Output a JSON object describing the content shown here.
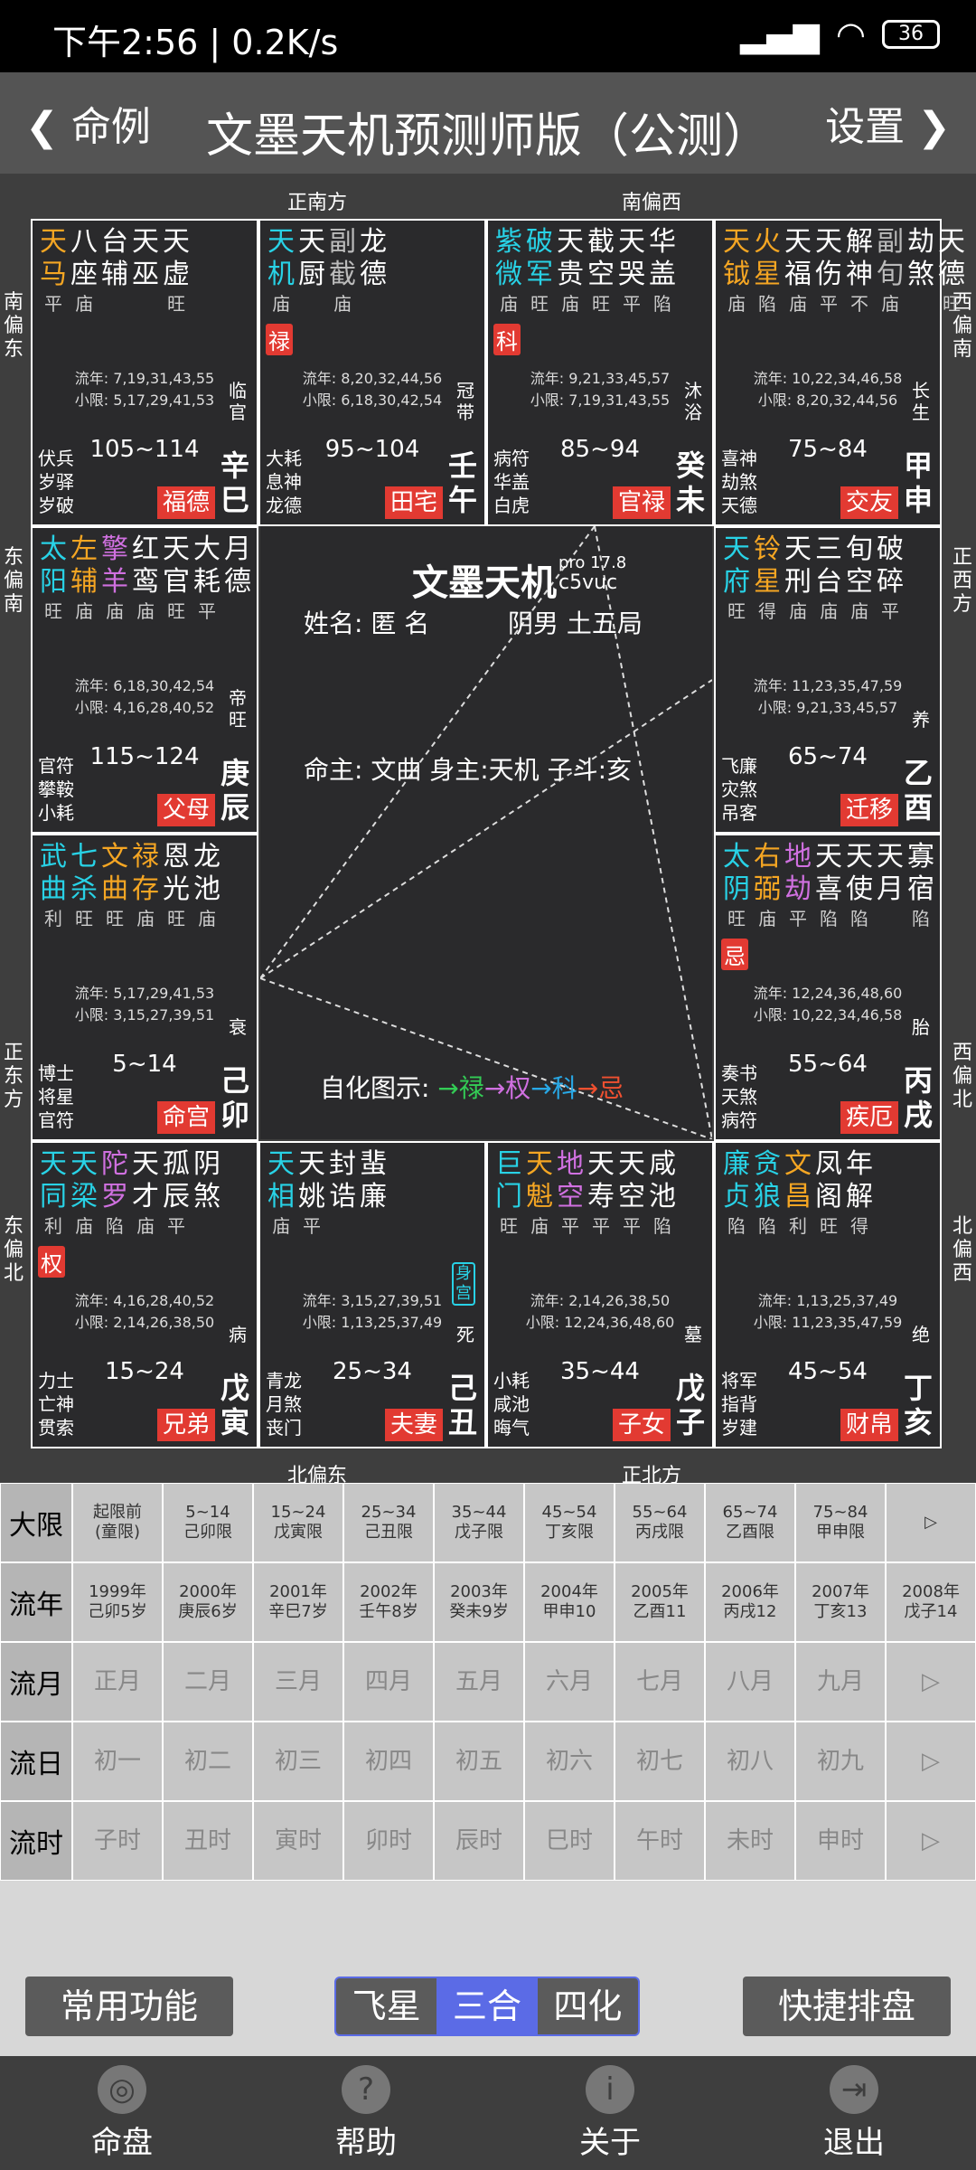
{
  "status": {
    "time_speed": "下午2:56 | 0.2K/s",
    "battery": "36"
  },
  "nav": {
    "back": "❮ 命例",
    "title": "文墨天机预测师版（公测）",
    "settings": "设置 ❯"
  },
  "dirs": {
    "top1": "正南方",
    "top2": "南偏西",
    "bottom1": "北偏东",
    "bottom2": "正北方",
    "l1": "南偏东",
    "l2": "东偏南",
    "l3": "正东方",
    "l4": "东偏北",
    "r1": "西偏南",
    "r2": "正西方",
    "r3": "西偏北",
    "r4": "北偏西"
  },
  "palaces": [
    {
      "stars": [
        [
          "天",
          "马",
          "平"
        ],
        [
          "八",
          "座",
          "庙"
        ],
        [
          "台",
          "辅",
          ""
        ],
        [
          "天",
          "巫",
          ""
        ],
        [
          "天",
          "虚",
          "旺"
        ]
      ],
      "colors": [
        "c-org",
        "",
        "",
        "",
        ""
      ],
      "years": "流年: 7,19,31,43,55",
      "limit": "小限: 5,17,29,41,53",
      "bl": [
        "伏兵",
        "岁驿",
        "岁破"
      ],
      "age": "105~114",
      "stage": "临官",
      "gz": "辛巳",
      "pname": "福德"
    },
    {
      "stars": [
        [
          "天",
          "机",
          "庙"
        ],
        [
          "天",
          "厨",
          ""
        ],
        [
          "副",
          "截",
          "庙"
        ],
        [
          "龙",
          "德",
          ""
        ]
      ],
      "colors": [
        "c-cyan",
        "",
        "c-gray",
        ""
      ],
      "hua": "禄",
      "years": "流年: 8,20,32,44,56",
      "limit": "小限: 6,18,30,42,54",
      "bl": [
        "大耗",
        "息神",
        "龙德"
      ],
      "age": "95~104",
      "stage": "冠带",
      "gz": "壬午",
      "pname": "田宅"
    },
    {
      "stars": [
        [
          "紫",
          "微",
          "庙"
        ],
        [
          "破",
          "军",
          "旺"
        ],
        [
          "天",
          "贵",
          "庙"
        ],
        [
          "截",
          "空",
          "旺"
        ],
        [
          "天",
          "哭",
          "平"
        ],
        [
          "华",
          "盖",
          "陷"
        ]
      ],
      "colors": [
        "c-cyan",
        "c-cyan",
        "",
        "",
        "",
        ""
      ],
      "hua": "科",
      "years": "流年: 9,21,33,45,57",
      "limit": "小限: 7,19,31,43,55",
      "bl": [
        "病符",
        "华盖",
        "白虎"
      ],
      "age": "85~94",
      "stage": "沐浴",
      "gz": "癸未",
      "pname": "官禄"
    },
    {
      "stars": [
        [
          "天",
          "钺",
          "庙"
        ],
        [
          "火",
          "星",
          "陷"
        ],
        [
          "天",
          "福",
          "庙"
        ],
        [
          "天",
          "伤",
          "平"
        ],
        [
          "解",
          "神",
          "不"
        ],
        [
          "副",
          "旬",
          "庙"
        ],
        [
          "劫",
          "煞",
          ""
        ],
        [
          "天",
          "德",
          "旺"
        ]
      ],
      "colors": [
        "c-org",
        "c-org",
        "",
        "",
        "",
        "c-gray",
        "",
        ""
      ],
      "years": "流年: 10,22,34,46,58",
      "limit": "小限: 8,20,32,44,56",
      "bl": [
        "喜神",
        "劫煞",
        "天德"
      ],
      "age": "75~84",
      "stage": "长生",
      "gz": "甲申",
      "pname": "交友"
    },
    {
      "stars": [
        [
          "太",
          "阳",
          "旺"
        ],
        [
          "左",
          "辅",
          "庙"
        ],
        [
          "擎",
          "羊",
          "庙"
        ],
        [
          "红",
          "鸾",
          "庙"
        ],
        [
          "天",
          "官",
          "旺"
        ],
        [
          "大",
          "耗",
          "平"
        ],
        [
          "月",
          "德",
          ""
        ]
      ],
      "colors": [
        "c-cyan",
        "c-org",
        "c-pur",
        "",
        "",
        "",
        ""
      ],
      "years": "流年: 6,18,30,42,54",
      "limit": "小限: 4,16,28,40,52",
      "bl": [
        "官符",
        "攀鞍",
        "小耗"
      ],
      "age": "115~124",
      "stage": "帝旺",
      "gz": "庚辰",
      "pname": "父母"
    },
    {
      "stars": [
        [
          "天",
          "府",
          "旺"
        ],
        [
          "铃",
          "星",
          "得"
        ],
        [
          "天",
          "刑",
          "庙"
        ],
        [
          "三",
          "台",
          "庙"
        ],
        [
          "旬",
          "空",
          "庙"
        ],
        [
          "破",
          "碎",
          "平"
        ]
      ],
      "colors": [
        "c-cyan",
        "c-org",
        "",
        "",
        "",
        ""
      ],
      "years": "流年: 11,23,35,47,59",
      "limit": "小限: 9,21,33,45,57",
      "bl": [
        "飞廉",
        "灾煞",
        "吊客"
      ],
      "age": "65~74",
      "stage": "养",
      "gz": "乙酉",
      "pname": "迁移"
    },
    {
      "stars": [
        [
          "武",
          "曲",
          "利"
        ],
        [
          "七",
          "杀",
          "旺"
        ],
        [
          "文",
          "曲",
          "旺"
        ],
        [
          "禄",
          "存",
          "庙"
        ],
        [
          "恩",
          "光",
          "旺"
        ],
        [
          "龙",
          "池",
          "庙"
        ]
      ],
      "colors": [
        "c-cyan",
        "c-cyan",
        "c-org",
        "c-org",
        "",
        ""
      ],
      "years": "流年: 5,17,29,41,53",
      "limit": "小限: 3,15,27,39,51",
      "bl": [
        "博士",
        "将星",
        "官符"
      ],
      "age": "5~14",
      "stage": "衰",
      "gz": "己卯",
      "pname": "命宫"
    },
    {
      "stars": [
        [
          "太",
          "阴",
          "旺"
        ],
        [
          "右",
          "弼",
          "庙"
        ],
        [
          "地",
          "劫",
          "平"
        ],
        [
          "天",
          "喜",
          "陷"
        ],
        [
          "天",
          "使",
          "陷"
        ],
        [
          "天",
          "月",
          ""
        ],
        [
          "寡",
          "宿",
          "陷"
        ]
      ],
      "colors": [
        "c-cyan",
        "c-org",
        "c-pur",
        "",
        "",
        "",
        ""
      ],
      "hua": "忌",
      "years": "流年: 12,24,36,48,60",
      "limit": "小限: 10,22,34,46,58",
      "bl": [
        "奏书",
        "天煞",
        "病符"
      ],
      "age": "55~64",
      "stage": "胎",
      "gz": "丙戌",
      "pname": "疾厄"
    },
    {
      "stars": [
        [
          "天",
          "同",
          "利"
        ],
        [
          "天",
          "梁",
          "庙"
        ],
        [
          "陀",
          "罗",
          "陷"
        ],
        [
          "天",
          "才",
          "庙"
        ],
        [
          "孤",
          "辰",
          "平"
        ],
        [
          "阴",
          "煞",
          ""
        ]
      ],
      "colors": [
        "c-cyan",
        "c-cyan",
        "c-pur",
        "",
        "",
        ""
      ],
      "hua": "权",
      "years": "流年: 4,16,28,40,52",
      "limit": "小限: 2,14,26,38,50",
      "bl": [
        "力士",
        "亡神",
        "贯索"
      ],
      "age": "15~24",
      "stage": "病",
      "gz": "戊寅",
      "pname": "兄弟"
    },
    {
      "stars": [
        [
          "天",
          "相",
          "庙"
        ],
        [
          "天",
          "姚",
          "平"
        ],
        [
          "封",
          "诰",
          ""
        ],
        [
          "蜚",
          "廉",
          ""
        ]
      ],
      "colors": [
        "c-cyan",
        "",
        "",
        ""
      ],
      "body": "身宫",
      "years": "流年: 3,15,27,39,51",
      "limit": "小限: 1,13,25,37,49",
      "bl": [
        "青龙",
        "月煞",
        "丧门"
      ],
      "age": "25~34",
      "stage": "死",
      "gz": "己丑",
      "pname": "夫妻"
    },
    {
      "stars": [
        [
          "巨",
          "门",
          "旺"
        ],
        [
          "天",
          "魁",
          "庙"
        ],
        [
          "地",
          "空",
          "平"
        ],
        [
          "天",
          "寿",
          "平"
        ],
        [
          "天",
          "空",
          "平"
        ],
        [
          "咸",
          "池",
          "陷"
        ]
      ],
      "colors": [
        "c-cyan",
        "c-org",
        "c-pur",
        "",
        "",
        ""
      ],
      "years": "流年: 2,14,26,38,50",
      "limit": "小限: 12,24,36,48,60",
      "bl": [
        "小耗",
        "咸池",
        "晦气"
      ],
      "age": "35~44",
      "stage": "墓",
      "gz": "戊子",
      "pname": "子女"
    },
    {
      "stars": [
        [
          "廉",
          "贞",
          "陷"
        ],
        [
          "贪",
          "狼",
          "陷"
        ],
        [
          "文",
          "昌",
          "利"
        ],
        [
          "凤",
          "阁",
          "旺"
        ],
        [
          "年",
          "解",
          "得"
        ]
      ],
      "colors": [
        "c-cyan",
        "c-cyan",
        "c-org",
        "",
        ""
      ],
      "years": "流年: 1,13,25,37,49",
      "limit": "小限: 11,23,35,47,59",
      "bl": [
        "将军",
        "指背",
        "岁建"
      ],
      "age": "45~54",
      "stage": "绝",
      "gz": "丁亥",
      "pname": "财帛"
    }
  ],
  "center": {
    "title": "文墨天机",
    "ver": "pro 17.8",
    "code": "c5vuc",
    "name": "姓名: 匿 名",
    "gender": "阴男 土五局",
    "master": "命主: 文曲 身主:天机 子斗:亥",
    "selfhua": "自化图示:",
    "arrow_lu": "→禄",
    "arrow_quan": "→权",
    "arrow_ke": "→科",
    "arrow_ji": "→忌"
  },
  "grid": [
    {
      "h": "大限",
      "cells": [
        "起限前\n(童限)",
        "5~14\n己卯限",
        "15~24\n戊寅限",
        "25~34\n己丑限",
        "35~44\n戊子限",
        "45~54\n丁亥限",
        "55~64\n丙戌限",
        "65~74\n乙酉限",
        "75~84\n甲申限",
        "▷"
      ]
    },
    {
      "h": "流年",
      "cells": [
        "1999年\n己卯5岁",
        "2000年\n庚辰6岁",
        "2001年\n辛巳7岁",
        "2002年\n壬午8岁",
        "2003年\n癸未9岁",
        "2004年\n甲申10",
        "2005年\n乙酉11",
        "2006年\n丙戌12",
        "2007年\n丁亥13",
        "2008年\n戊子14"
      ]
    },
    {
      "h": "流月",
      "cells": [
        "正月",
        "二月",
        "三月",
        "四月",
        "五月",
        "六月",
        "七月",
        "八月",
        "九月",
        "▷"
      ]
    },
    {
      "h": "流日",
      "cells": [
        "初一",
        "初二",
        "初三",
        "初四",
        "初五",
        "初六",
        "初七",
        "初八",
        "初九",
        "▷"
      ]
    },
    {
      "h": "流时",
      "cells": [
        "子时",
        "丑时",
        "寅时",
        "卯时",
        "辰时",
        "巳时",
        "午时",
        "未时",
        "申时",
        "▷"
      ]
    }
  ],
  "ctrl": {
    "common": "常用功能",
    "fly": "飞星",
    "sanhe": "三合",
    "sihua": "四化",
    "quick": "快捷排盘"
  },
  "tabs": [
    {
      "icon": "◎",
      "label": "命盘"
    },
    {
      "icon": "?",
      "label": "帮助"
    },
    {
      "icon": "i",
      "label": "关于"
    },
    {
      "icon": "⇥",
      "label": "退出"
    }
  ]
}
